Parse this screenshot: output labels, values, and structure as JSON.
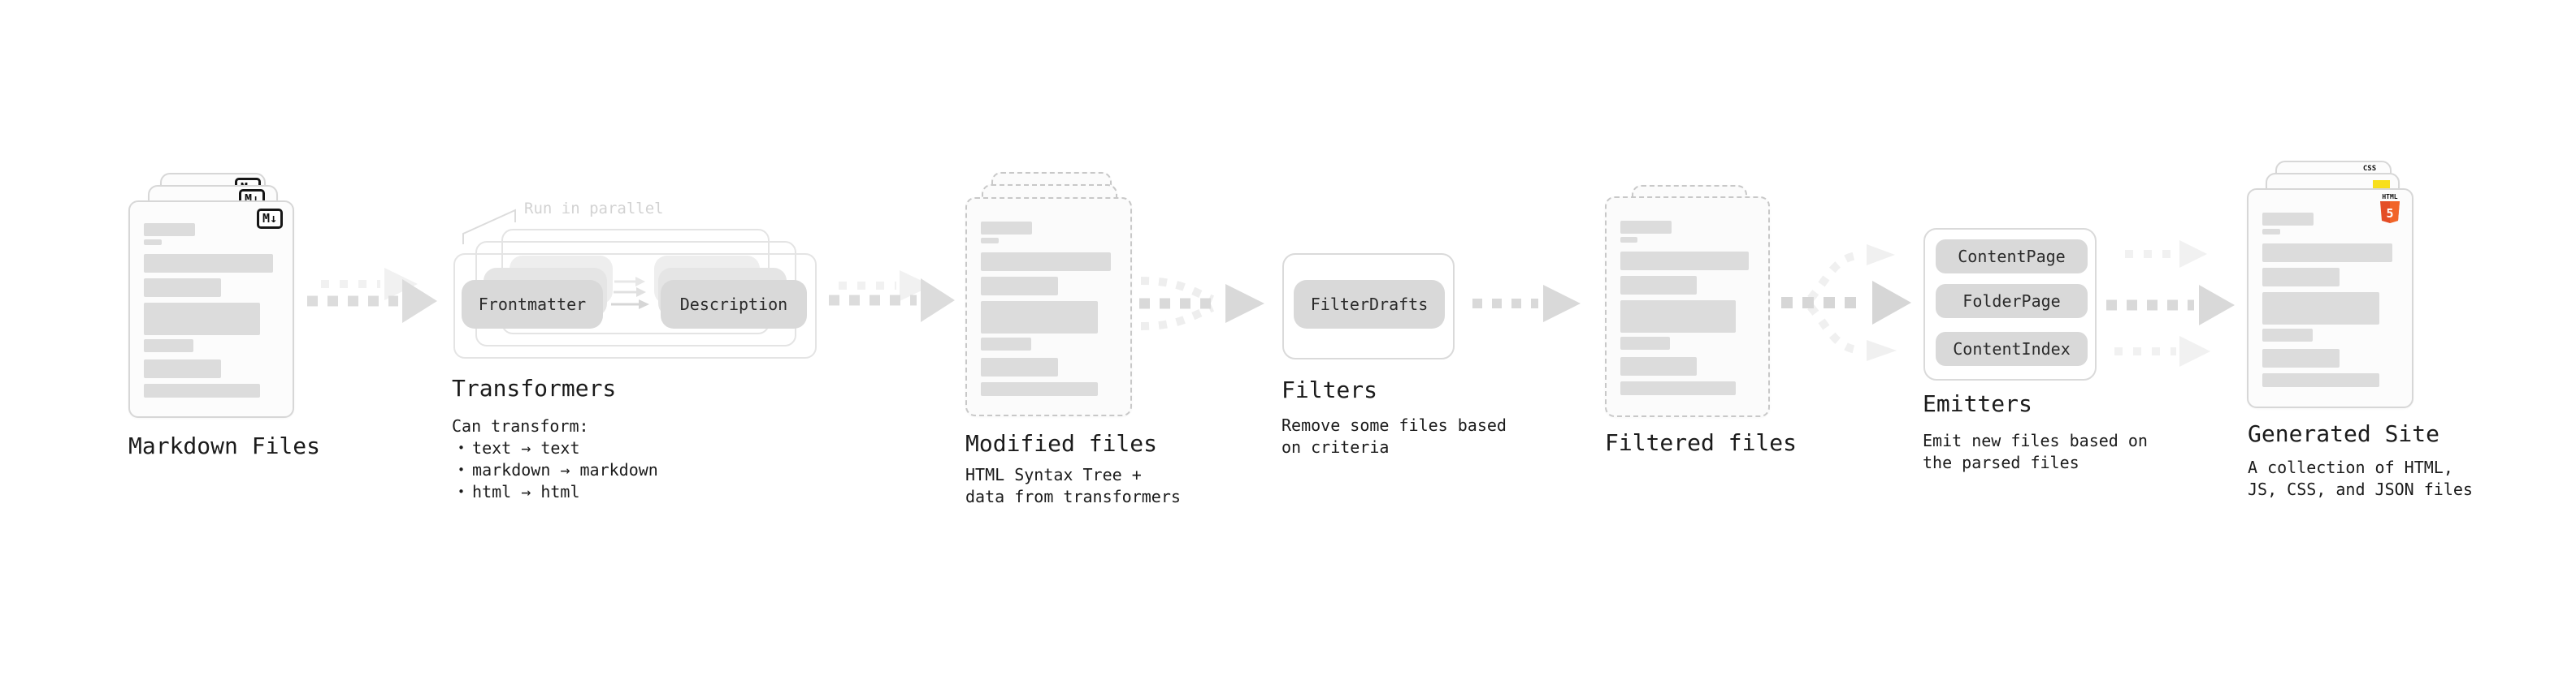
{
  "ui": {
    "bullet_glyph": "•"
  },
  "colors": {
    "background": "#ffffff",
    "card_border_solid": "#d7d7d7",
    "card_border_dashed": "#c8c8c8",
    "text_bar": "#dcdcdc",
    "pill_bg": "#d9d9d9",
    "pill_ghost": "#e5e5e5",
    "outline_box": "#e4e4e4",
    "container_border": "#dadada",
    "arrow_main": "#dcdcdc",
    "arrow_ghost": "#f1f1f1",
    "label_text": "#1b1b1b",
    "note_text": "#d2d2d2",
    "html5_orange": "#e44d26",
    "html5_orange_light": "#f16529",
    "js_yellow": "#f8df1d",
    "css_blue": "#2d6ae3"
  },
  "stages": {
    "markdown_files": {
      "label": "Markdown Files",
      "badge": "M↓"
    },
    "transformers": {
      "label": "Transformers",
      "note": "Run in parallel",
      "pill_from": "Frontmatter",
      "pill_to": "Description",
      "caption_title": "Can transform:",
      "bullets": [
        "text → text",
        "markdown → markdown",
        "html → html"
      ]
    },
    "modified_files": {
      "label": "Modified files",
      "caption_lines": [
        "HTML Syntax Tree +",
        "data from transformers"
      ]
    },
    "filters": {
      "label": "Filters",
      "pill": "FilterDrafts",
      "caption_lines": [
        "Remove some files based",
        "on criteria"
      ]
    },
    "filtered_files": {
      "label": "Filtered files"
    },
    "emitters": {
      "label": "Emitters",
      "buttons": [
        "ContentPage",
        "FolderPage",
        "ContentIndex"
      ],
      "caption_lines": [
        "Emit new files based on",
        "the parsed files"
      ]
    },
    "generated_site": {
      "label": "Generated Site",
      "caption_lines": [
        "A collection of HTML,",
        "JS, CSS, and JSON files"
      ],
      "badge_css": "CSS",
      "badge_html": "HTML",
      "badge_html_number": "5"
    }
  },
  "file_card": {
    "bars": [
      {
        "w": 0.38,
        "h": 16,
        "mt": 0
      },
      {
        "w": 0.13,
        "h": 7,
        "mt": 4
      },
      {
        "w": 0.96,
        "h": 23,
        "mt": 11
      },
      {
        "w": 0.57,
        "h": 23,
        "mt": 7
      },
      {
        "w": 0.86,
        "h": 40,
        "mt": 7
      },
      {
        "w": 0.37,
        "h": 16,
        "mt": 5
      },
      {
        "w": 0.57,
        "h": 23,
        "mt": 9
      },
      {
        "w": 0.86,
        "h": 17,
        "mt": 7
      }
    ]
  }
}
